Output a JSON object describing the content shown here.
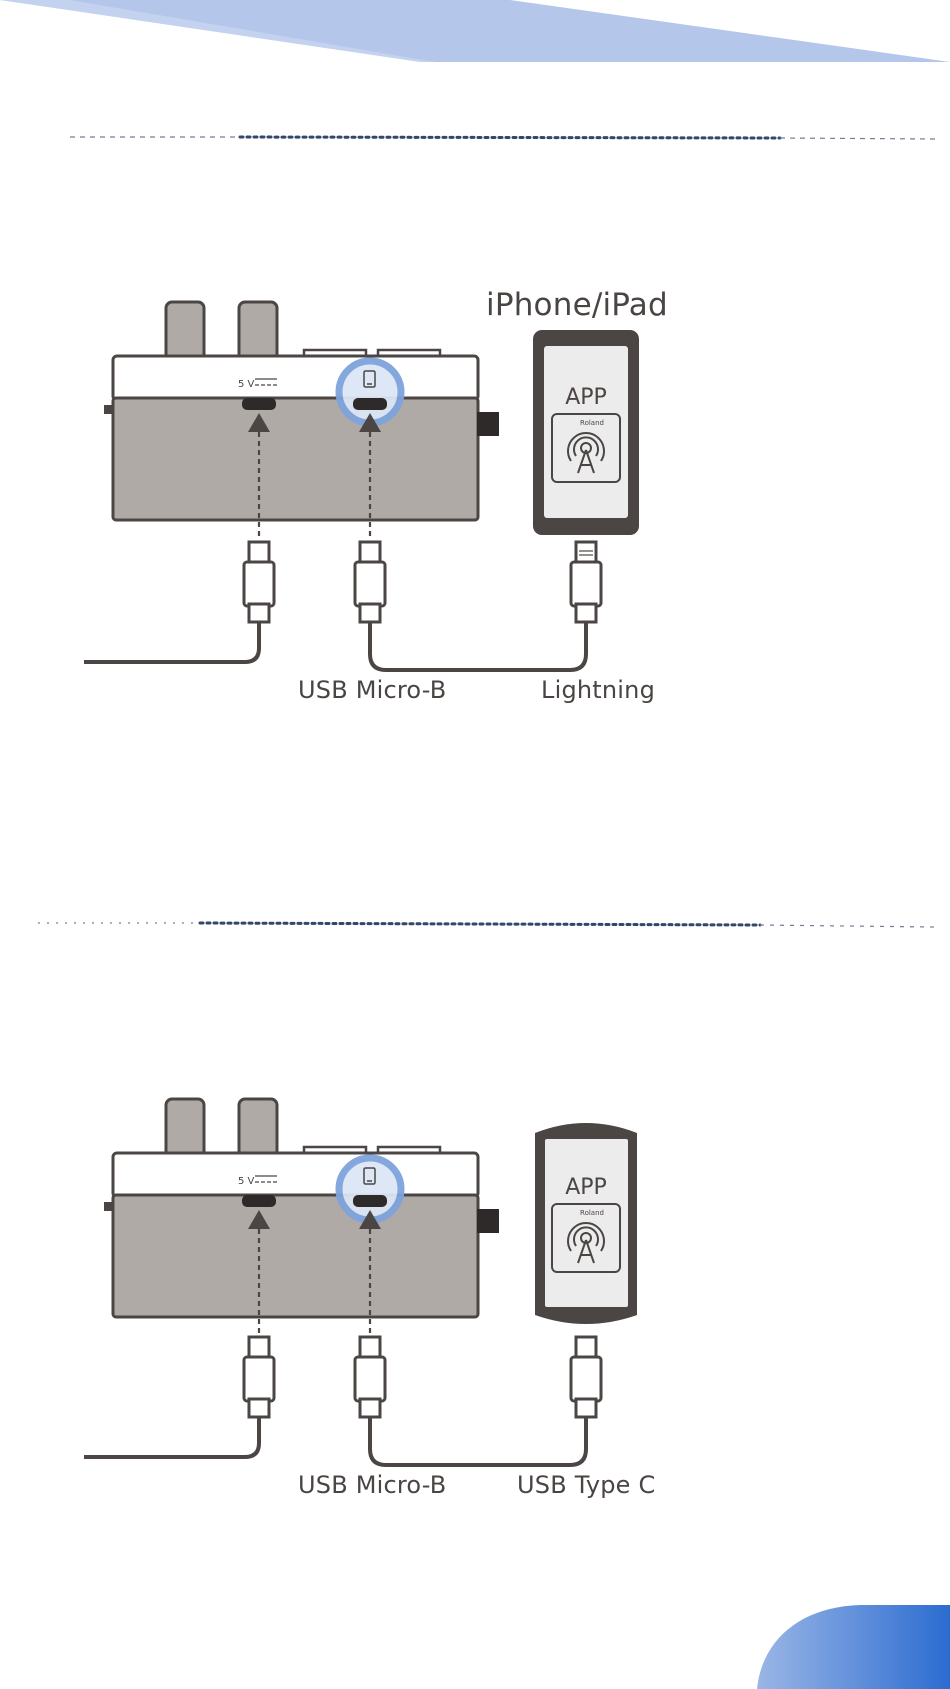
{
  "colors": {
    "banner_light": "#b4c6ea",
    "banner_dark": "#2f6fcf",
    "device_body": "#b0aaa7",
    "device_outline": "#4b4644",
    "highlight": "#7ea3dc",
    "screen": "#ececec"
  },
  "diagram_iphone": {
    "device_title": "iPhone/iPad",
    "power_port_label": "5 V",
    "app_label": "APP",
    "app_brand": "Roland",
    "cable_left_label": "USB Micro-B",
    "cable_right_label": "Lightning"
  },
  "diagram_android": {
    "power_port_label": "5 V",
    "app_label": "APP",
    "app_brand": "Roland",
    "cable_left_label": "USB Micro-B",
    "cable_right_label": "USB Type C"
  }
}
